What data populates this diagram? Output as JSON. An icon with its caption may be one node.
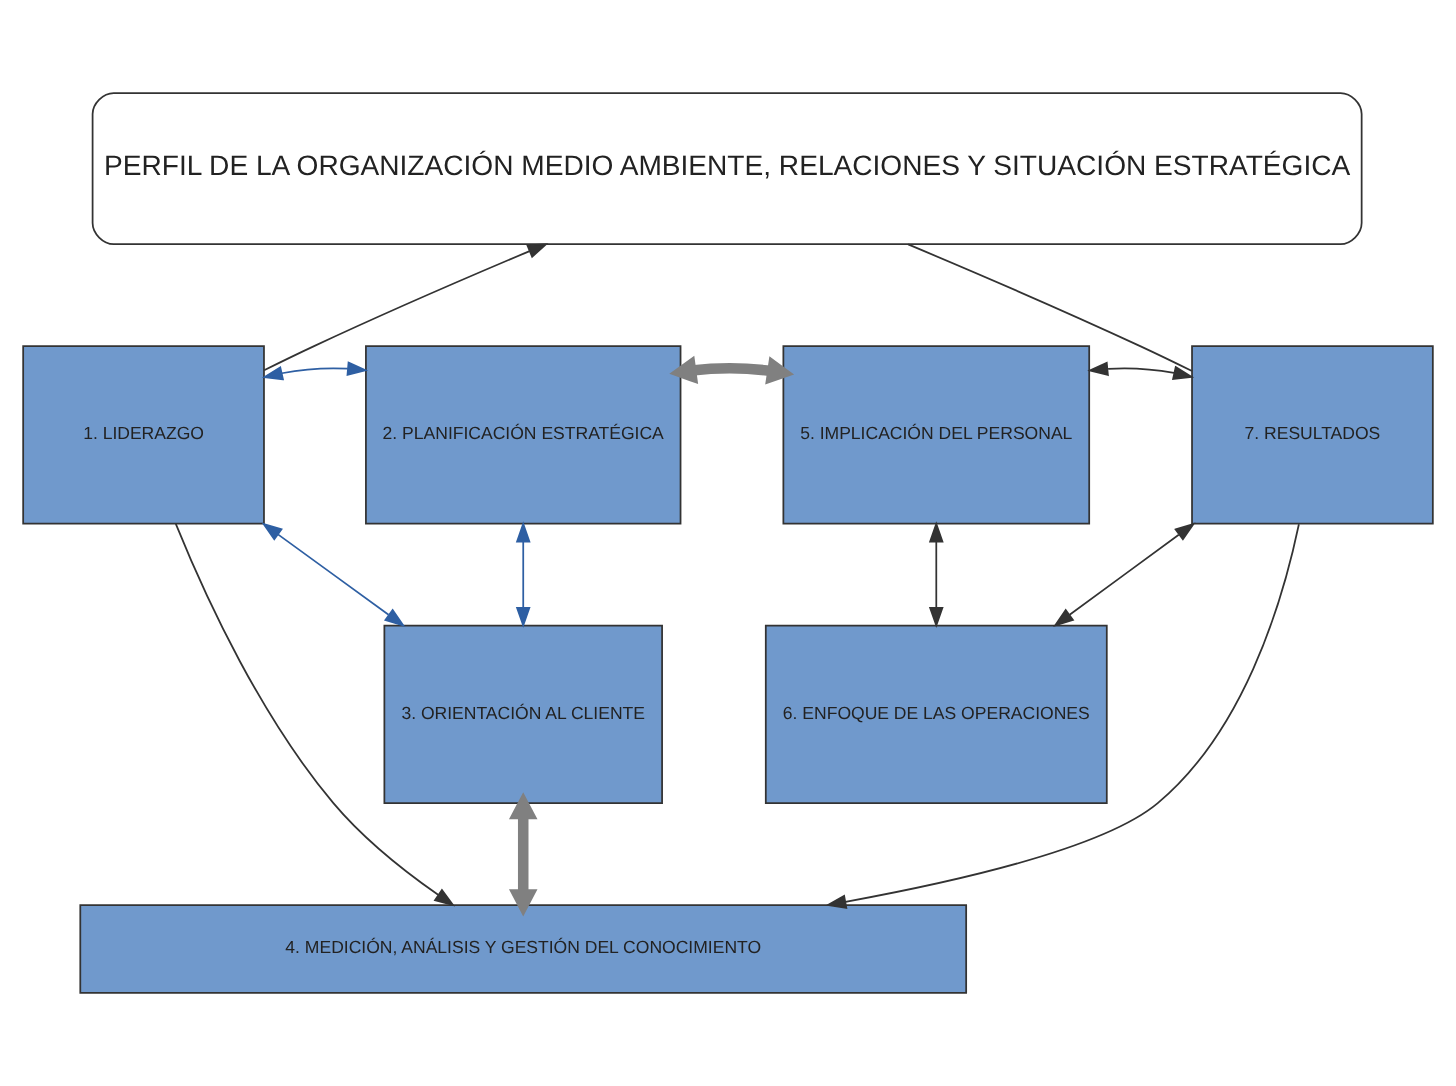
{
  "diagram": {
    "nodes": [
      {
        "text": [
          "PERFIL DE LA ORGANIZACIÓN MEDIO AMBIENTE, RELACIONES Y SITUACIÓN ESTRATÉGICA"
        ]
      },
      {
        "text": [
          "2. PLANIFICACIÓN ESTRATÉGICA"
        ]
      },
      {
        "text": [
          "5. IMPLICACIÓN DEL PERSONAL"
        ]
      },
      {
        "text": [
          "1. LIDERAZGO"
        ]
      },
      {
        "text": [
          "7. RESULTADOS"
        ]
      },
      {
        "text": [
          "3. ORIENTACIÓN AL CLIENTE"
        ]
      },
      {
        "text": [
          "6. ENFOQUE DE LAS OPERACIONES"
        ]
      },
      {
        "text": [
          "4. MEDICIÓN, ANÁLISIS Y GESTIÓN DEL CONOCIMIENTO"
        ]
      }
    ],
    "edges": [
      {
        "from": 3,
        "to": 0,
        "arrow": "to"
      },
      {
        "from": 3,
        "to": 7,
        "arrow": "to"
      },
      {
        "from": 0,
        "to": 4,
        "arrow": "none"
      },
      {
        "from": 4,
        "to": 7,
        "arrow": "to"
      },
      {
        "from": 3,
        "to": 1,
        "arrow": "both",
        "color": "#2e5fa3"
      },
      {
        "from": 3,
        "to": 5,
        "arrow": "both",
        "color": "#2e5fa3"
      },
      {
        "from": 1,
        "to": 5,
        "arrow": "both",
        "color": "#2e5fa3"
      },
      {
        "from": 2,
        "to": 4,
        "arrow": "both"
      },
      {
        "from": 2,
        "to": 6,
        "arrow": "both"
      },
      {
        "from": 6,
        "to": 4,
        "arrow": "both"
      },
      {
        "from": 1,
        "to": 2,
        "arrow": "both",
        "style": "thick",
        "color": "#808080"
      },
      {
        "from": 5,
        "to": 7,
        "arrow": "both",
        "style": "thick",
        "color": "#808080"
      }
    ]
  }
}
